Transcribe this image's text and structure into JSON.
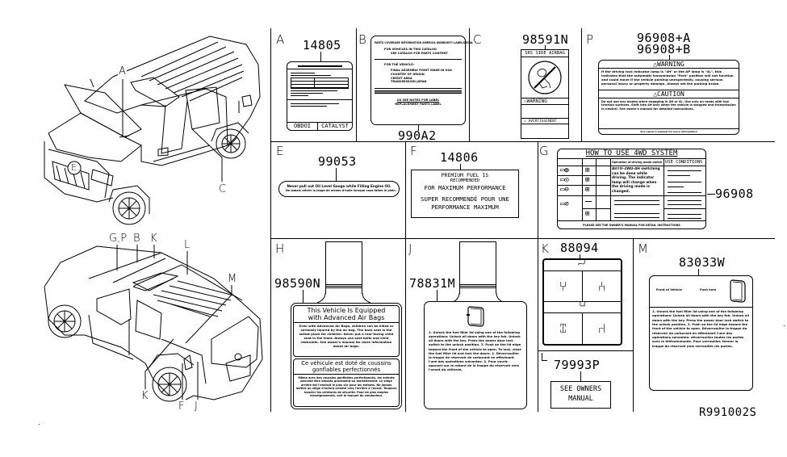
{
  "diagram": {
    "ref_code": "R991002S",
    "callouts_top_car": [
      "A",
      "E",
      "C"
    ],
    "callouts_bottom_car": [
      "G,P",
      "B",
      "K",
      "L",
      "M",
      "K",
      "F",
      "J"
    ]
  },
  "cells": {
    "A": {
      "letter": "A",
      "part_number": "14805",
      "footer_left": "OBDOI",
      "footer_right": "CATALYST"
    },
    "B": {
      "letter": "B",
      "part_number": "990A2",
      "lines": [
        "PARTS COVERAGE INFORMATION AMERICA WARRANTY LABEL/DECAL",
        "FOR VEHICLES IN THIS CATALOG",
        "SEE CATALOG FOR PARTS CONTENT",
        "FOR THE VEHICLE:",
        "FINAL ASSEMBLY POINT MADE IN USA",
        "COUNTRY OF ORIGIN",
        "CREDIT AREA",
        "TRANSMISSION JAPAN",
        "US SEE NOTES FOR LABEL",
        "REPLACEMENT PARTS LABEL"
      ]
    },
    "C": {
      "letter": "C",
      "part_number": "98591N",
      "header": "SRS SIDE AIRBAG",
      "warning": "WARNING",
      "avertissement": "AVERTISSEMENT"
    },
    "P": {
      "letter": "P",
      "part_number_a": "96908+A",
      "part_number_b": "96908+B",
      "warning_title": "WARNING",
      "warning_text": "If the driving lock indicator lamp is \"4H\" or the AP lamp is \"4L\", this indicates that the automatic transmission \"Park\" position will not function and could move if the vehicle parking unexpectedly, causing serious personal injury or property damage. Always set the parking brake.",
      "caution_title": "CAUTION",
      "caution_text": "Do not use any modes when engaging in 4H or 4L. Use only on roads with low traction surfaces. Shift into 4H only when the vehicle is stopped and transmission in neutral. See owner's manual for detailed instructions.",
      "footer": "See owner's manual for more information"
    },
    "E": {
      "letter": "E",
      "part_number": "99053",
      "text_en": "Never pull out Oil Level Gauge while Filling Engine Oil.",
      "text_fr": "Ne jamais retirer la jauge de niveau d'huile lorsque vous faites le plein."
    },
    "F": {
      "letter": "F",
      "part_number": "14806",
      "line1": "PREMIUM FUEL IS",
      "line2": "RECOMMENDED",
      "line3": "FOR MAXIMUM PERFORMANCE",
      "line4": "SUPER RECOMMENDÉ POUR UNE",
      "line5": "PERFORMANCE MAXIMUM"
    },
    "G": {
      "letter": "G",
      "part_number": "96908",
      "title": "HOW TO USE 4WD SYSTEM",
      "col_operation": "Operation of driving mode switch",
      "col_use": "USE CONDITIONS",
      "operation_text": "AUTO-2WD-4H switching can be done while driving. The indicator lamp will change when the driving mode is changed.",
      "footer": "PLEASE SEE THE OWNER'S MANUAL FOR DETAIL INSTRUCTIONS"
    },
    "H": {
      "letter": "H",
      "part_number": "98590N",
      "title_en_1": "This Vehicle Is Equipped",
      "title_en_2": "with Advanced Air Bags",
      "body_en": "Even with Advanced Air Bags, children can be killed or seriously injured by the air bag. The back seat is the safest place for children. Never put a rear-facing child seat in the front. Always use seat belts and child restraints. See owner's manual for more information about air bags.",
      "title_fr_1": "Ce véhicule est doté de coussins",
      "title_fr_2": "gonflables perfectionnés",
      "body_fr": "Même avec des coussins gonflables perfectionnés, les enfants peuvent être blessés gravement ou mortellement. Le siège arrière est l'endroit le plus sûr pour les enfants. Ne jamais mettre un siège d'enfant orienté vers l'arrière à l'avant. Toujours boucler les ceintures de sécurité. Pour de plus amples renseignements, voir le manuel du conducteur."
    },
    "J": {
      "letter": "J",
      "part_number": "78831M",
      "body": "1. Unlock the fuel filler lid using one of the following operations: Unlock all doors with the key fob. Unlock all doors with the key. Press the power door lock switch to the unlock position. 2. Push on the lid edge toward the front of the vehicle to open. To lock, close the fuel filler lid and lock the doors. 1. Déverrouiller la trappe de réservoir de carburant en effectuant l'une des opérations suivantes. 2. Pour ouvrir, appuyer sur le rebord de la trappe du réservoir vers l'avant du véhicule."
    },
    "K": {
      "letter": "K",
      "part_number": "88094"
    },
    "L": {
      "part_number": "79993P",
      "line1": "SEE OWNERS",
      "line2": "MANUAL"
    },
    "M": {
      "letter": "M",
      "part_number": "83033W",
      "header_left": "Front of Vehicle",
      "header_right": "Push here",
      "body": "1. Unlock the fuel filler lid using one of the following operations: Unlock all doors with the key fob. Unlock all doors with the key. Press the power door lock switch to the unlock position. 2. Push on the lid edge toward the front of the vehicle to open. Déverrouiller la trappe du réservoir de carburant en effectuant l'une des opérations suivantes: déverrouiller toutes les portes avec la télécommande. Pour verrouiller, fermer la trappe du réservoir puis verrouiller les portes."
    }
  }
}
